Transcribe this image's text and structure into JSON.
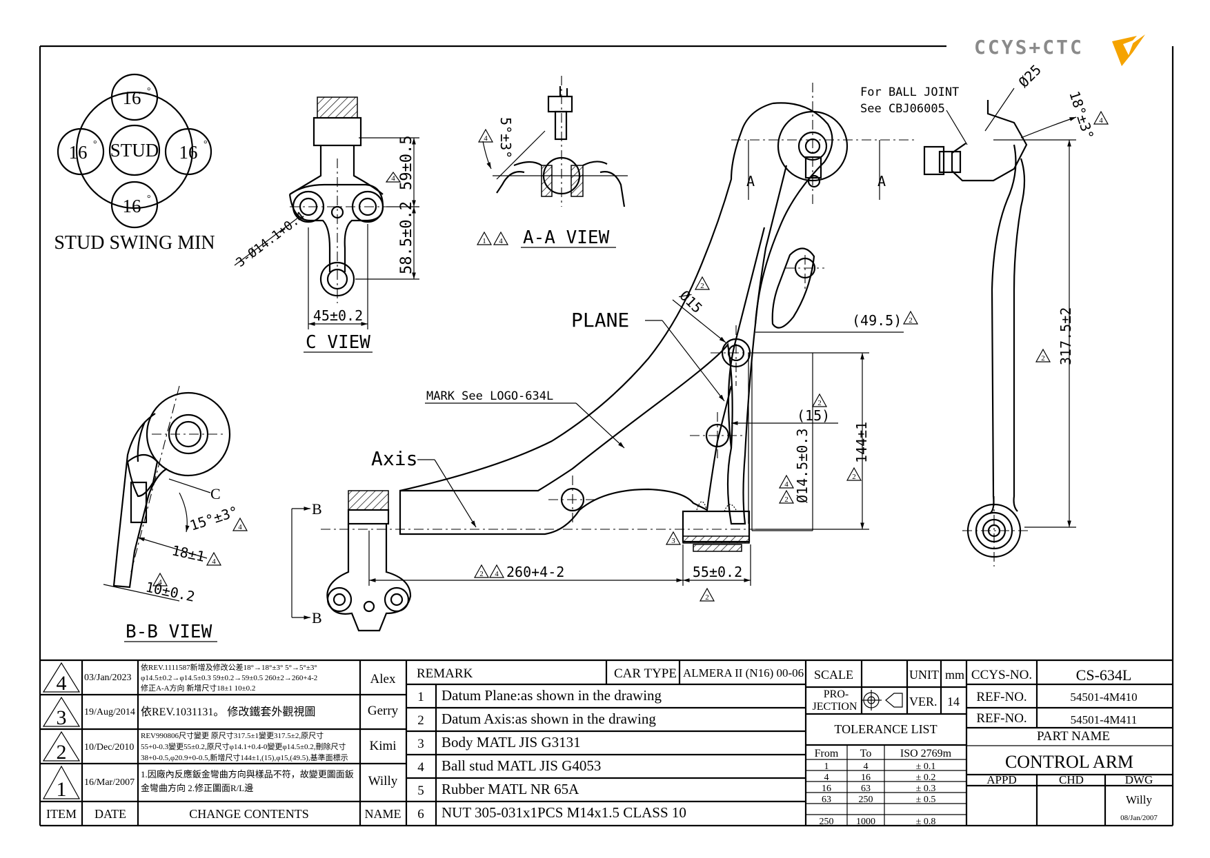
{
  "logo": {
    "text": "CCYS+CTC",
    "accent": "#f5a300",
    "gray": "#8a8a8a"
  },
  "stud_swing": {
    "center_label": "STUD",
    "angles": [
      "16",
      "16",
      "16",
      "16"
    ],
    "degree_mark": "°",
    "caption": "STUD SWING MIN"
  },
  "c_view": {
    "title": "C VIEW",
    "dim_hole": "3-Ø14.1+0.4",
    "dim_height_top": "59±0.5",
    "dim_height_bottom": "58.5±0.2",
    "dim_width": "45±0.2"
  },
  "aa_view": {
    "title": "A-A VIEW",
    "angle": "5°±3°",
    "rev_marks": [
      "1",
      "4"
    ]
  },
  "main_view": {
    "ball_joint_note_1": "For BALL JOINT",
    "ball_joint_note_2": "See CBJ06005",
    "section_letter_a": "A",
    "section_letter_b": "B",
    "plane_label": "PLANE",
    "axis_label": "Axis",
    "mark_note": "MARK See LOGO-634L",
    "dim_phi15": "Ø15",
    "dim_49_5": "(49.5)",
    "dim_15": "(15)",
    "dim_phi14_5": "Ø14.5±0.3",
    "dim_144": "144±1",
    "dim_260": "260+4-2",
    "dim_55": "55±0.2",
    "rev_2": "2",
    "rev_3": "3",
    "rev_4": "4"
  },
  "side_view": {
    "dim_phi25": "Ø25",
    "dim_angle": "18°±3°",
    "dim_317": "317.5±2"
  },
  "bb_view": {
    "title": "B-B VIEW",
    "section_letter_c": "C",
    "dim_angle": "15°±3°",
    "dim_18": "18±1",
    "dim_10": "10±0.2"
  },
  "revisions": [
    {
      "item": "4",
      "date": "03/Jan/2023",
      "contents": [
        "依REV.1111587新增及修改公差18°→18°±3° 5°→5°±3°",
        "φ14.5±0.2→φ14.5±0.3 59±0.2→59±0.5 260±2→260+4-2",
        "修正A-A方向 新增尺寸18±1 10±0.2"
      ],
      "name": "Alex"
    },
    {
      "item": "3",
      "date": "19/Aug/2014",
      "contents": [
        "依REV.1031131。 修改鐵套外觀視圖"
      ],
      "name": "Gerry"
    },
    {
      "item": "2",
      "date": "10/Dec/2010",
      "contents": [
        "REV990806尺寸變更 原尺寸317.5±1變更317.5±2,原尺寸",
        "55+0-0.3變更55±0.2,原尺寸φ14.1+0.4-0變更φ14.5±0.2,刪除尺寸",
        "38+0-0.5,φ20.9+0-0.5,新增尺寸144±1,(15),φ15,(49.5),基準面標示"
      ],
      "name": "Kimi"
    },
    {
      "item": "1",
      "date": "16/Mar/2007",
      "contents": [
        "1.因廠內反應鈑金彎曲方向與樣品不符，故變更圖面鈑",
        "金彎曲方向 2.修正圖面R/L邊"
      ],
      "name": "Willy"
    }
  ],
  "rev_headers": {
    "item": "ITEM",
    "date": "DATE",
    "contents": "CHANGE CONTENTS",
    "name": "NAME"
  },
  "remarks": {
    "header": "REMARK",
    "car_type_label": "CAR TYPE",
    "car_type": "ALMERA II (N16) 00-06",
    "items": [
      {
        "no": "1",
        "text": "Datum Plane:as shown in the drawing"
      },
      {
        "no": "2",
        "text": "Datum Axis:as shown in the drawing"
      },
      {
        "no": "3",
        "text": "Body MATL JIS G3131"
      },
      {
        "no": "4",
        "text": "Ball stud MATL JIS G4053"
      },
      {
        "no": "5",
        "text": "Rubber MATL NR 65A"
      },
      {
        "no": "6",
        "text": "NUT 305-031x1PCS M14x1.5 CLASS 10"
      }
    ]
  },
  "info": {
    "scale_label": "SCALE",
    "scale_value": "",
    "unit_label": "UNIT",
    "unit_value": "mm",
    "projection_label_1": "PRO-",
    "projection_label_2": "JECTION",
    "ver_label": "VER.",
    "ver_value": "14",
    "tolerance_title": "TOLERANCE LIST",
    "tol_headers": [
      "From",
      "To",
      "ISO 2769m"
    ],
    "tolerances": [
      [
        "1",
        "4",
        "± 0.1"
      ],
      [
        "4",
        "16",
        "± 0.2"
      ],
      [
        "16",
        "63",
        "± 0.3"
      ],
      [
        "63",
        "250",
        "± 0.5"
      ],
      [
        "250",
        "1000",
        "± 0.8"
      ]
    ],
    "ccys_no_label": "CCYS-NO.",
    "ccys_no": "CS-634L",
    "ref_no_label": "REF-NO.",
    "ref_no_1": "54501-4M410",
    "ref_no_2": "54501-4M411",
    "part_name_label": "PART NAME",
    "part_name": "CONTROL ARM",
    "appd_label": "APPD",
    "chd_label": "CHD",
    "dwg_label": "DWG",
    "dwg_name": "Willy",
    "dwg_date": "08/Jan/2007"
  }
}
